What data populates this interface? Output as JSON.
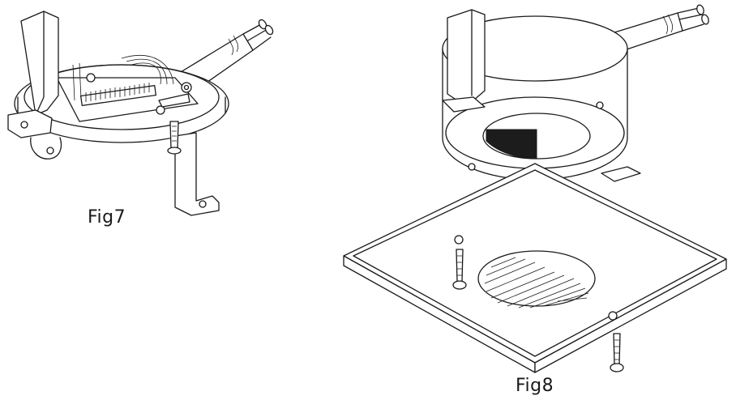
{
  "figures": [
    {
      "id": "fig7",
      "caption": "Fig7"
    },
    {
      "id": "fig8",
      "caption": "Fig8"
    }
  ],
  "colors": {
    "line": "#1a1a1a",
    "background": "#ffffff",
    "fill_dark": "#1c1c1c"
  },
  "icons": [
    "junction-box-icon",
    "power-cable-icon",
    "mounting-bracket-icon",
    "screw-icon",
    "grille-cover-icon"
  ]
}
